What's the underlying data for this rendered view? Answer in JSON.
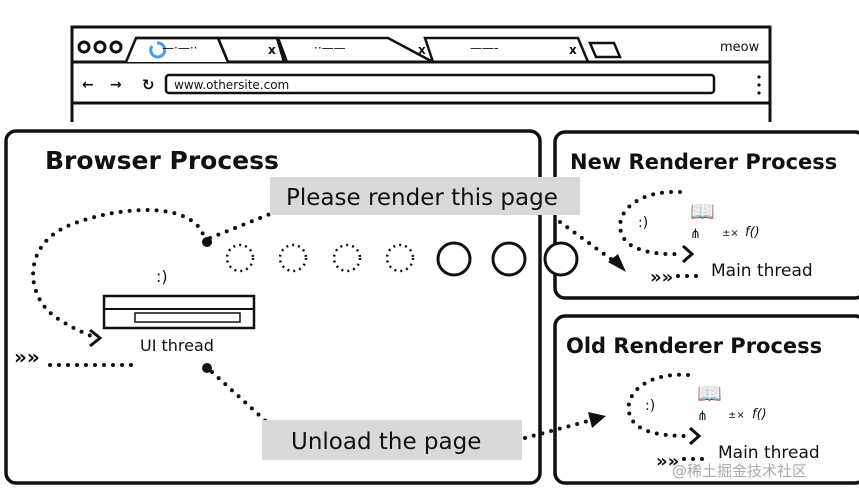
{
  "browser_window": {
    "tabs": [
      {
        "label": "—·—··",
        "loading": true
      },
      {
        "label": "··——"
      },
      {
        "label": "——-"
      }
    ],
    "tab_close_glyph": "x",
    "profile_label": "meow",
    "url": "www.othersite.com",
    "nav_icons": [
      "back-arrow-icon",
      "forward-arrow-icon",
      "reload-icon",
      "kebab-menu-icon"
    ]
  },
  "browser_process": {
    "title": "Browser Process",
    "ui_thread_label": "UI thread",
    "message_render": "Please render this page",
    "message_unload": "Unload the page"
  },
  "new_renderer": {
    "title": "New Renderer Process",
    "thread_label": "Main thread"
  },
  "old_renderer": {
    "title": "Old Renderer Process",
    "thread_label": "Main thread"
  },
  "watermark": "@稀土掘金技术社区",
  "colors": {
    "ink": "#111111",
    "label_bg": "#d9d9d9",
    "spinner": "#4a9be8"
  }
}
